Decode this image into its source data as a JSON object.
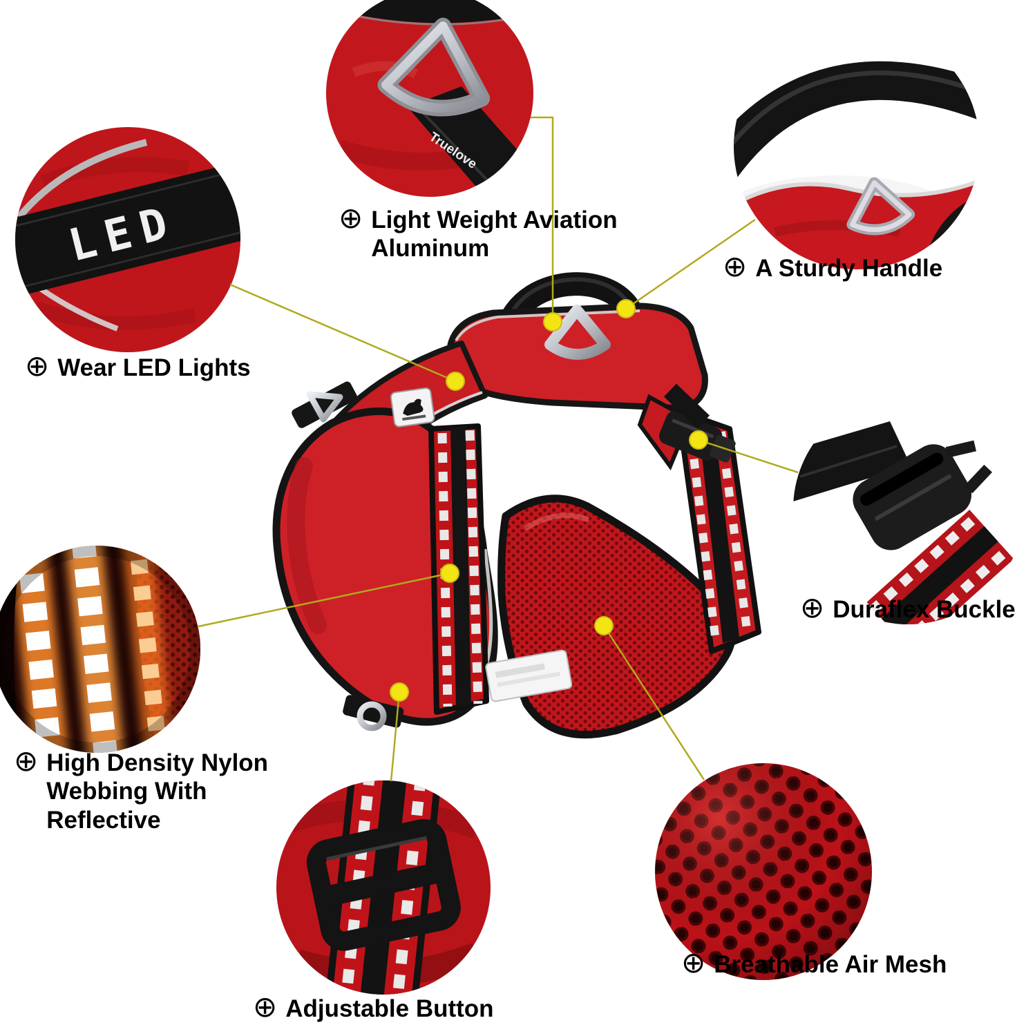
{
  "page": {
    "background": "#ffffff"
  },
  "brand": {
    "name": "Truelove",
    "led_text": "LED"
  },
  "icons": {
    "plus": "⊕"
  },
  "colors": {
    "callout_line": "#b1a91e",
    "callout_dot": "#f3e414",
    "harness_red": "#cd2127",
    "strap_black": "#141414",
    "silver": "#bfbfc6"
  },
  "features": [
    {
      "id": "aluminum",
      "label": "Light Weight Aviation Aluminum"
    },
    {
      "id": "handle",
      "label": "A Sturdy Handle"
    },
    {
      "id": "led",
      "label": "Wear LED Lights"
    },
    {
      "id": "buckle",
      "label": "Duraflex Buckle"
    },
    {
      "id": "webbing",
      "label": "High Density Nylon Webbing With Reflective"
    },
    {
      "id": "mesh",
      "label": "Breathable Air Mesh"
    },
    {
      "id": "button",
      "label": "Adjustable Button"
    }
  ]
}
